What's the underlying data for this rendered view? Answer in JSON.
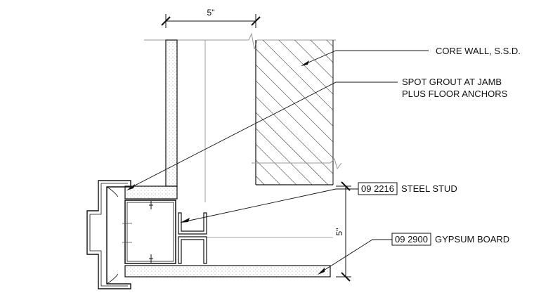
{
  "dimensions": {
    "top": "5\"",
    "right": "5\""
  },
  "labels": {
    "core_wall": "CORE WALL, S.S.D.",
    "spot_grout_line1": "SPOT GROUT AT JAMB",
    "spot_grout_line2": "PLUS FLOOR ANCHORS",
    "steel_stud_code": "09 2216",
    "steel_stud_text": "STEEL STUD",
    "gypsum_code": "09 2900",
    "gypsum_text": "GYPSUM BOARD"
  }
}
